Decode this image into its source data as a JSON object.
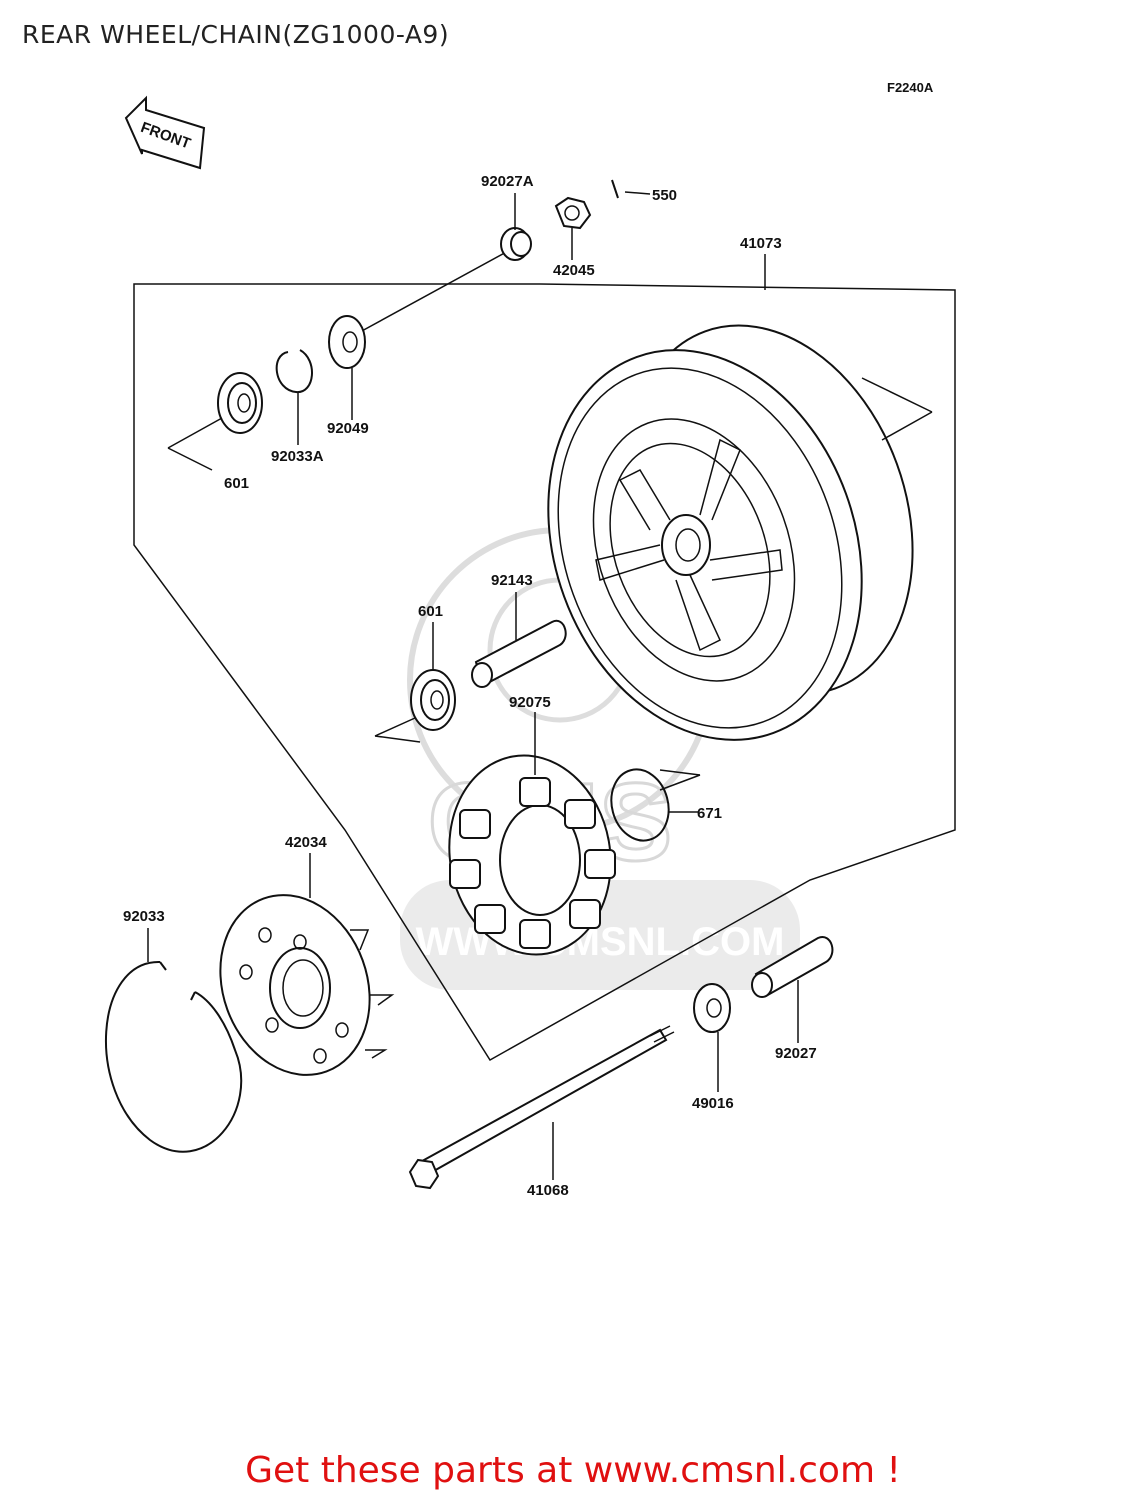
{
  "page": {
    "title": "REAR WHEEL/CHAIN(ZG1000-A9)",
    "figure_code": "F2240A",
    "front_arrow_label": "FRONT",
    "watermark_text": "WWW.CMSNL.COM",
    "watermark_logo_text": "CMS",
    "promo_link": "Get these parts at www.cmsnl.com !"
  },
  "parts": {
    "p92027A": "92027A",
    "p550": "550",
    "p42045": "42045",
    "p41073": "41073",
    "p92049": "92049",
    "p92033A": "92033A",
    "p601a": "601",
    "p92143": "92143",
    "p601b": "601",
    "p92075": "92075",
    "p671": "671",
    "p42034": "42034",
    "p92033": "92033",
    "p92027": "92027",
    "p49016": "49016",
    "p41068": "41068"
  },
  "colors": {
    "promo": "#e01010",
    "line": "#111111",
    "watermark": "#d8d8d8"
  }
}
